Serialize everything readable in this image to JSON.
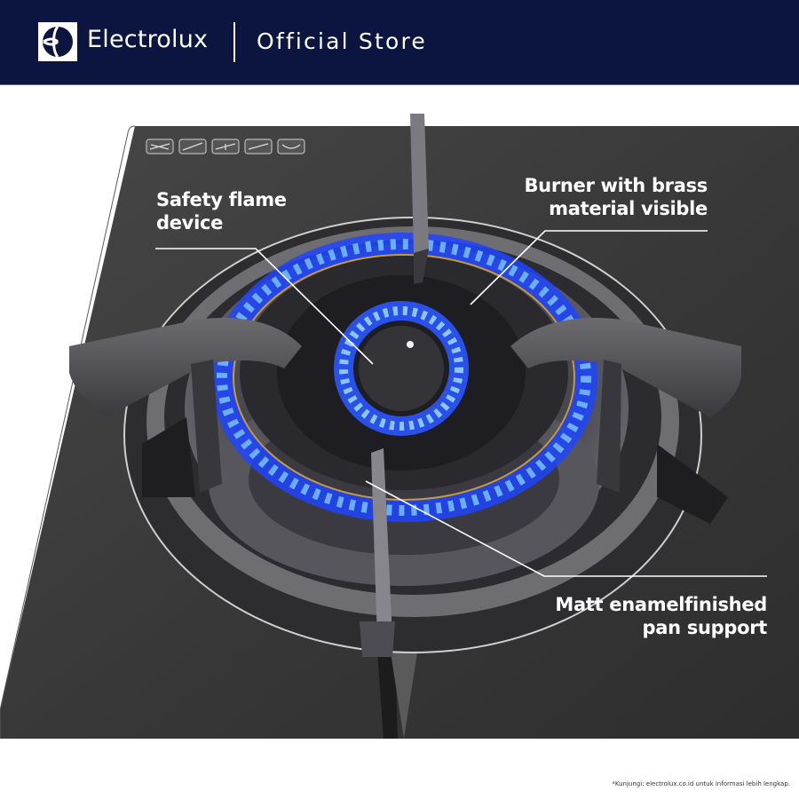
{
  "header": {
    "brand_name": "Electrolux",
    "store_label": "Official Store",
    "logo_icon": "electrolux-logo-icon",
    "background_color": "#0c1540"
  },
  "product": {
    "panel_color": "#434343",
    "flame_color": "#3b7bff",
    "control_icons": [
      "burner-icon-1",
      "burner-icon-2",
      "burner-icon-3",
      "burner-icon-4",
      "burner-icon-5"
    ]
  },
  "callouts": {
    "safety": {
      "line1": "Safety flame",
      "line2": "device"
    },
    "brass": {
      "line1": "Burner with brass",
      "line2": "material visible"
    },
    "matt": {
      "line1": "Matt enamelfinished",
      "line2": "pan support"
    }
  },
  "footer": {
    "note": "*Kunjungi: electrolux.co.id untuk informasi lebih lengkap."
  }
}
